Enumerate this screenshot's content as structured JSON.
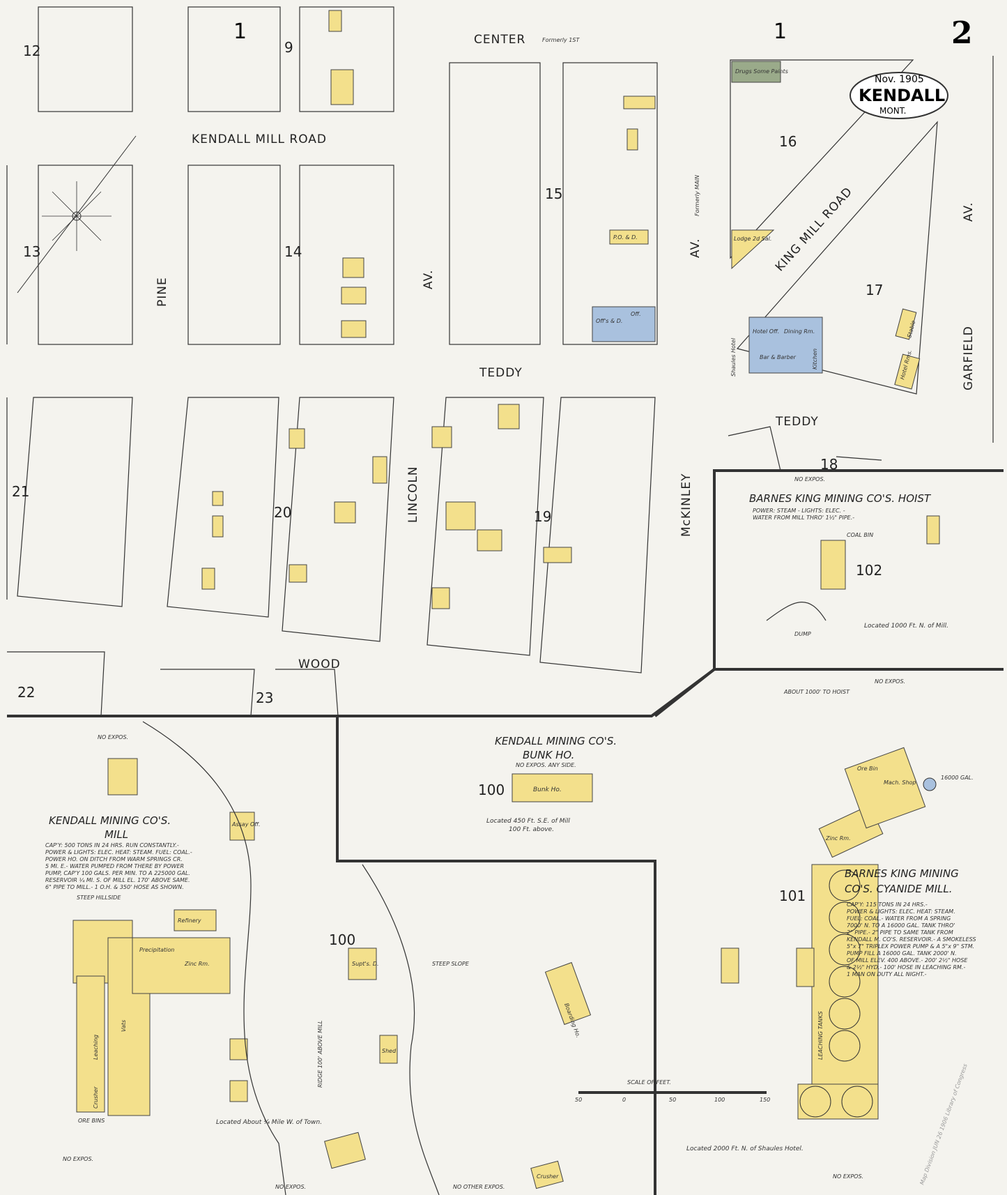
{
  "sheet": {
    "number": "2",
    "volume_marks": [
      "1",
      "1"
    ]
  },
  "cartouche": {
    "date": "Nov. 1905",
    "town": "KENDALL",
    "state": "MONT."
  },
  "streets": {
    "center": "CENTER",
    "center_former": "Formerly 1ST",
    "kendall_mill_road": "KENDALL MILL ROAD",
    "pine": "PINE",
    "av_left": "AV.",
    "av_main": "AV.",
    "main_former": "Formerly MAIN",
    "king_mill_road": "KING MILL ROAD",
    "av_right": "AV.",
    "garfield": "GARFIELD",
    "teddy": "TEDDY",
    "teddy_right": "TEDDY",
    "lincoln": "LINCOLN",
    "mckinley": "McKINLEY",
    "wood": "WOOD"
  },
  "blocks": [
    "12",
    "13",
    "9",
    "14",
    "15",
    "16",
    "17",
    "18",
    "19",
    "20",
    "21",
    "22",
    "23"
  ],
  "buildings": {
    "drugs": "Drugs Some Paints",
    "lodge": "Lodge 2d Sal.",
    "hotel": "Shaules Hotel",
    "hotel_off": "Hotel Off.",
    "dining": "Dining Rm.",
    "bar": "Bar & Barber",
    "kitchen": "Kitchen",
    "po": "P.O. & D.",
    "offs": "Off's & D.",
    "off": "Off.",
    "stable": "Stable",
    "hotel_rms": "Hotel Rms."
  },
  "hoist": {
    "title": "BARNES KING MINING CO'S. HOIST",
    "note1": "POWER: STEAM - LIGHTS: ELEC. -",
    "note2": "WATER FROM MILL THRO' 1½\" PIPE.-",
    "number": "102",
    "location": "Located 1000 Ft. N. of Mill.",
    "no_expos": "NO EXPOS.",
    "dump": "DUMP",
    "coal_bin": "COAL BIN"
  },
  "bunk": {
    "title1": "KENDALL MINING CO'S.",
    "title2": "BUNK HO.",
    "note": "NO EXPOS. ANY SIDE.",
    "number": "100",
    "label": "Bunk Ho.",
    "location1": "Located 450 Ft. S.E. of Mill",
    "location2": "100 Ft. above."
  },
  "kendall_mill": {
    "title1": "KENDALL MINING CO'S.",
    "title2": "MILL",
    "notes": [
      "CAP'Y: 500 TONS IN 24 HRS. RUN CONSTANTLY.-",
      "POWER & LIGHTS: ELEC. HEAT: STEAM. FUEL: COAL.-",
      "POWER HO. ON DITCH FROM WARM SPRINGS CR.",
      "5 MI. E.- WATER PUMPED FROM THERE BY POWER",
      "PUMP, CAP'Y 100 GALS. PER MIN. TO A 225000 GAL.",
      "RESERVOIR ¼ MI. S. OF MILL EL. 170' ABOVE SAME.",
      "6\" PIPE TO MILL.- 1 O.H. & 350' HOSE AS SHOWN."
    ],
    "number": "100",
    "assay": "Assay Off.",
    "refinery": "Refinery",
    "leaching": "Leaching",
    "vats": "Vats",
    "crusher": "Crusher",
    "precipitation": "Precipitation",
    "zinc": "Zinc Rm.",
    "ore_bins": "ORE BINS",
    "steep_hillside": "STEEP HILLSIDE",
    "ridge": "RIDGE 100' ABOVE MILL",
    "location": "Located About ¼ Mile W. of Town.",
    "supts": "Supt's. D.",
    "shed": "Shed",
    "boarding": "Boarding Ho.",
    "steep_slope": "STEEP SLOPE",
    "no_other_expos": "NO OTHER EXPOS.",
    "crusher2": "Crusher"
  },
  "cyanide_mill": {
    "title1": "BARNES KING MINING",
    "title2": "CO'S. CYANIDE MILL.",
    "notes": [
      "CAP'Y: 115 TONS IN 24 HRS.-",
      "POWER & LIGHTS: ELEC. HEAT: STEAM.",
      "FUEL: COAL.- WATER FROM A SPRING",
      "7000' N. TO A 16000 GAL. TANK THRO'",
      "2\" PIPE.- 2\" PIPE TO SAME TANK FROM",
      "KENDALL M. CO'S. RESERVOIR.- A SMOKELESS",
      "5\"x 7\" TRIPLEX POWER PUMP & A 5\"x 9\" STM.",
      "PUMP FILL A 16000 GAL. TANK 2000' N.",
      "OF MILL ELEV. 400 ABOVE.- 200' 2½\" HOSE",
      "& 2½\" HYD.- 100' HOSE IN LEACHING RM.-",
      "1 MAN ON DUTY ALL NIGHT.-"
    ],
    "number": "101",
    "leaching_tanks": "LEACHING TANKS",
    "zinc": "Zinc Rm.",
    "mach_shop": "Mach. Shop",
    "ore_bin": "Ore Bin",
    "to_hoist": "ABOUT 1000' TO HOIST",
    "tank": "16000 GAL.",
    "location": "Located 2000 Ft. N. of Shaules Hotel."
  },
  "scale": {
    "label": "SCALE OF FEET.",
    "ticks": [
      "50",
      "0",
      "50",
      "100",
      "150"
    ]
  },
  "no_expos": "NO EXPOS.",
  "stamp": "Map Division JUN 26 1906 Library of Congress"
}
